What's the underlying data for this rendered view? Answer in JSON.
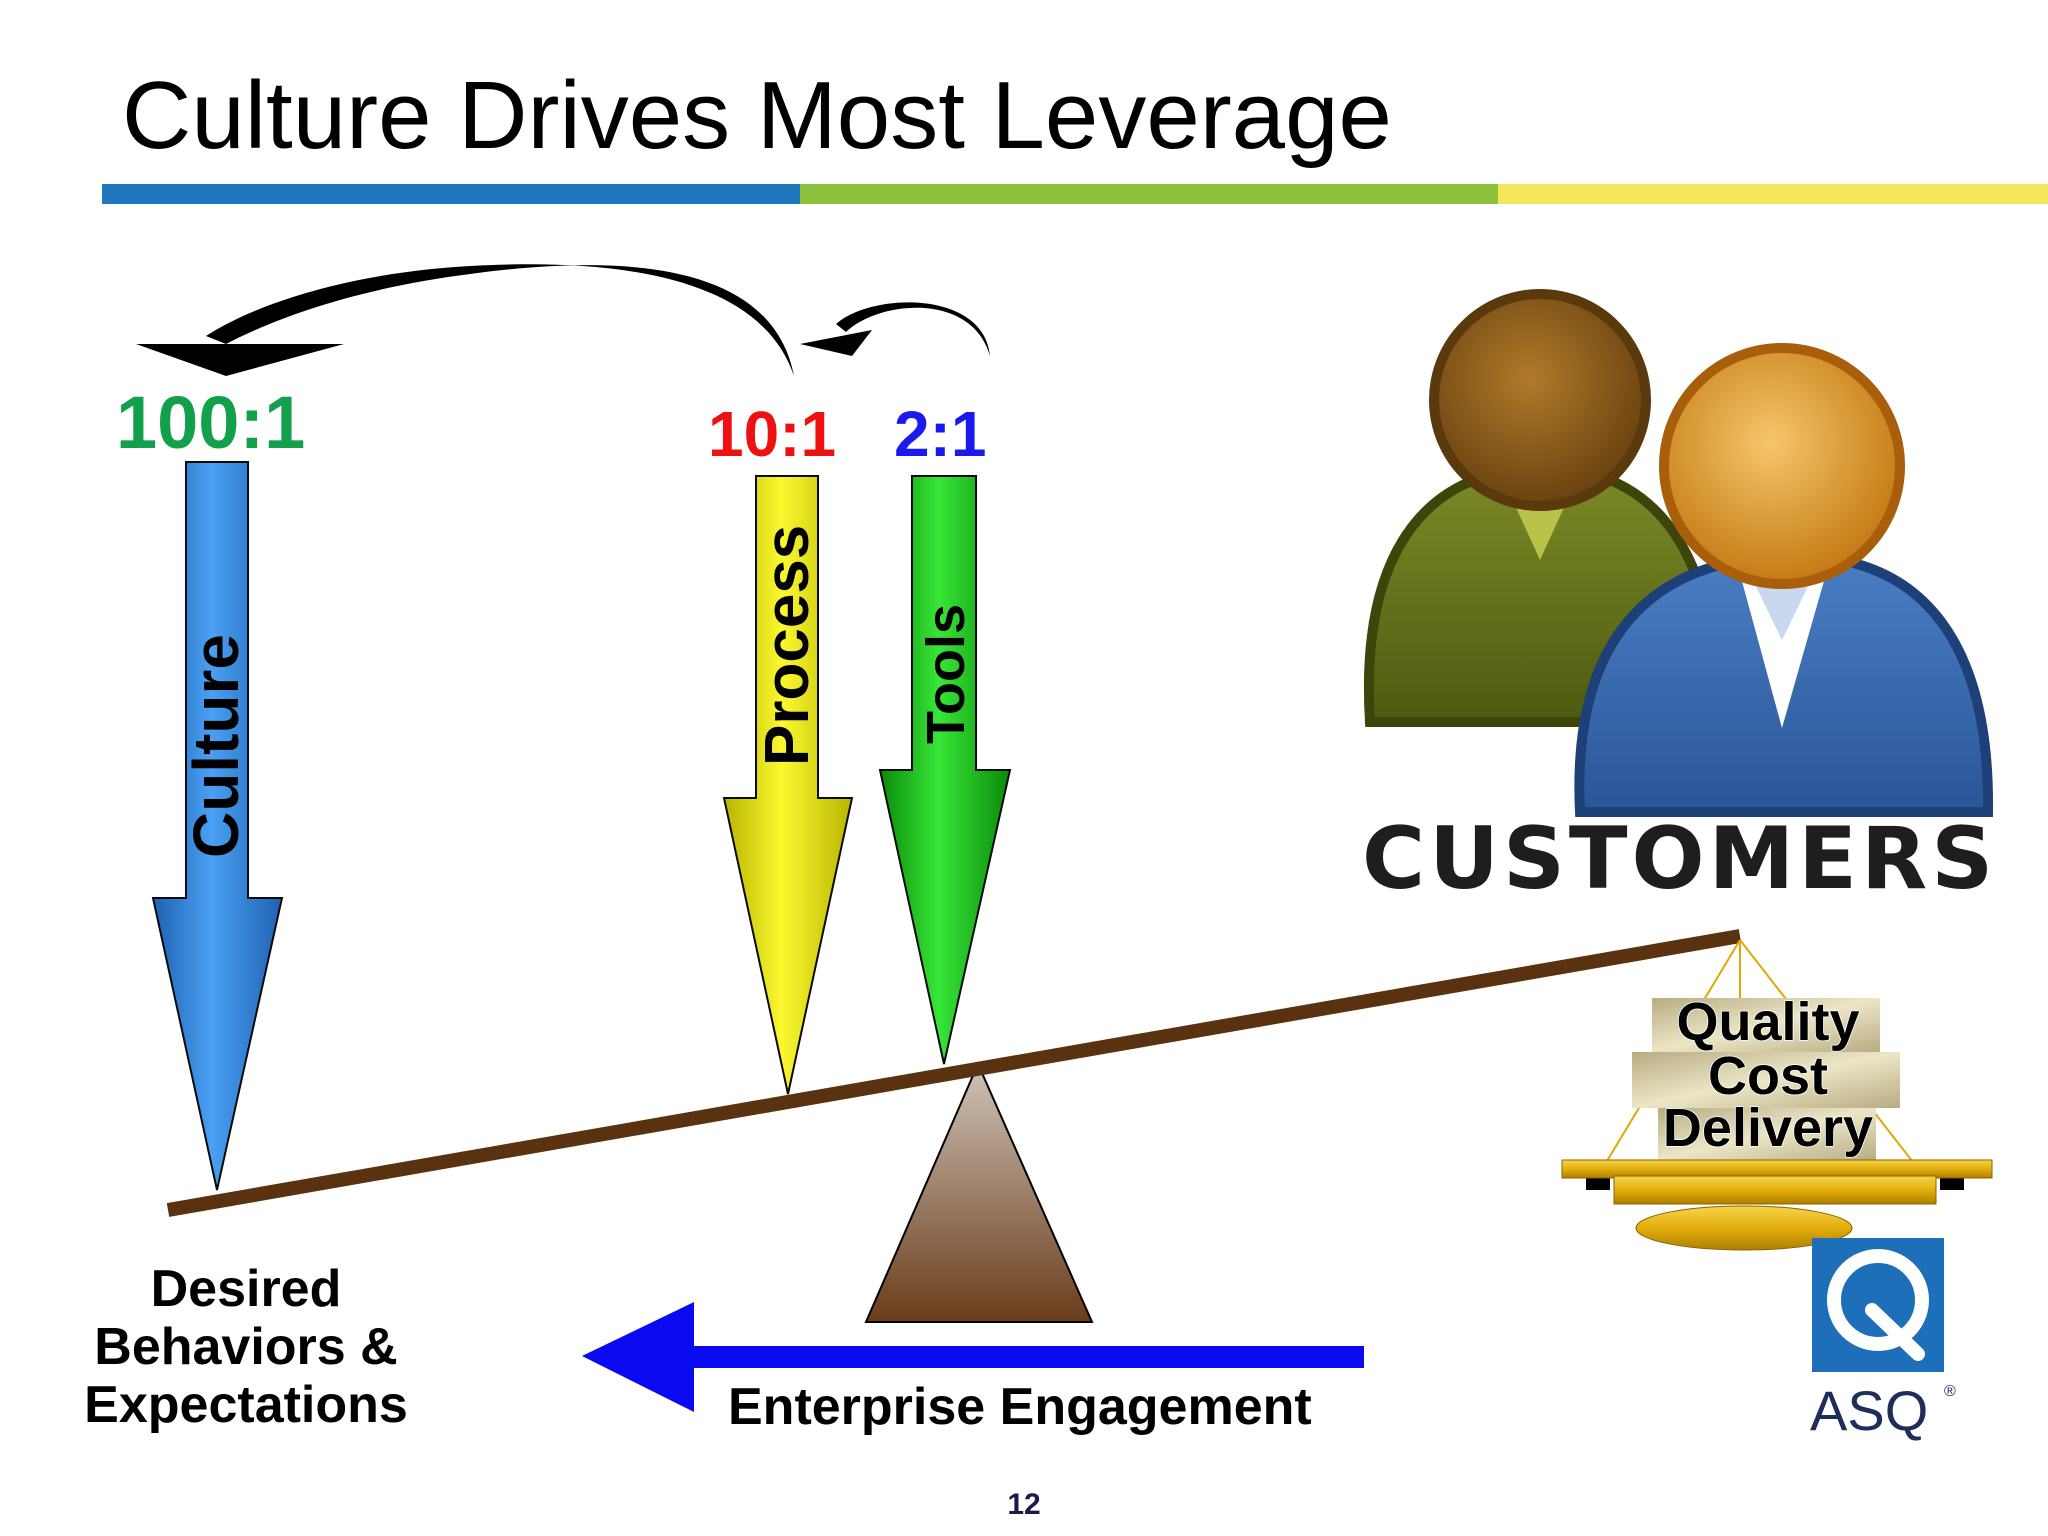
{
  "slide": {
    "title": "Culture Drives Most Leverage",
    "page_number": "12"
  },
  "ratios": {
    "culture": "100:1",
    "process": "10:1",
    "tools": "2:1"
  },
  "arrows": {
    "culture_label": "Culture",
    "process_label": "Process",
    "tools_label": "Tools"
  },
  "seesaw": {
    "left_label_line1": "Desired",
    "left_label_line2": "Behaviors &",
    "left_label_line3": "Expectations",
    "engagement_label": "Enterprise Engagement"
  },
  "customers": {
    "label": "CUSTOMERS",
    "stack": [
      "Quality",
      "Cost",
      "Delivery"
    ]
  },
  "logo": {
    "text": "ASQ",
    "registered": "®"
  },
  "colors": {
    "culture_ratio": "#12a04a",
    "process_ratio": "#ee1111",
    "tools_ratio": "#1a1aee",
    "culture_arrow": "#3b8ee8",
    "process_arrow": "#f2ee10",
    "tools_arrow": "#22cc22",
    "beam": "#5a3210",
    "engagement_arrow": "#0a0af0",
    "title_bar_blue": "#1f78be",
    "title_bar_green": "#8cc23e",
    "title_bar_yellow": "#f4e75c"
  }
}
